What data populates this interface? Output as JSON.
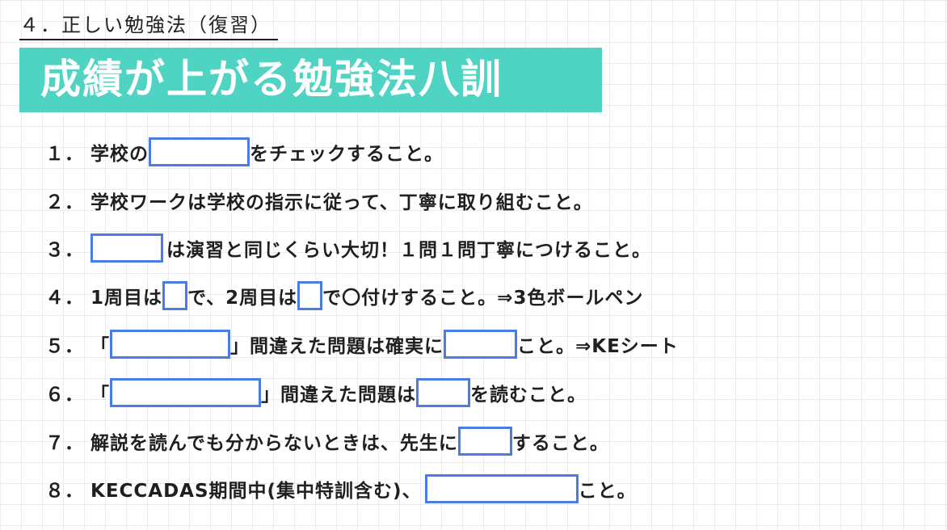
{
  "section_heading": "４．正しい勉強法（復習）",
  "banner": {
    "title": "成績が上がる勉強法八訓",
    "color": "#4fd3c3"
  },
  "blank_border_color": "#4a7ce6",
  "items": [
    {
      "num": "１．",
      "segments": [
        "学校の",
        "をチェックすること。"
      ]
    },
    {
      "num": "２．",
      "segments": [
        "学校ワークは学校の指示に従って、丁寧に取り組むこと。"
      ]
    },
    {
      "num": "３．",
      "segments": [
        "",
        "は演習と同じくらい大切！１問１問丁寧につけること。"
      ]
    },
    {
      "num": "４．",
      "segments": [
        "1周目は",
        "で、2周目は",
        "で〇付けすること。⇒3色ボールペン"
      ]
    },
    {
      "num": "５．",
      "segments": [
        "「",
        "」間違えた問題は確実に",
        "こと。⇒KEシート"
      ]
    },
    {
      "num": "６．",
      "segments": [
        "「",
        "」間違えた問題は",
        "を読むこと。"
      ]
    },
    {
      "num": "７．",
      "segments": [
        "解説を読んでも分からないときは、先生に",
        "すること。"
      ]
    },
    {
      "num": "８．",
      "segments": [
        "KECCADAS期間中(集中特訓含む)、",
        "こと。"
      ]
    }
  ]
}
